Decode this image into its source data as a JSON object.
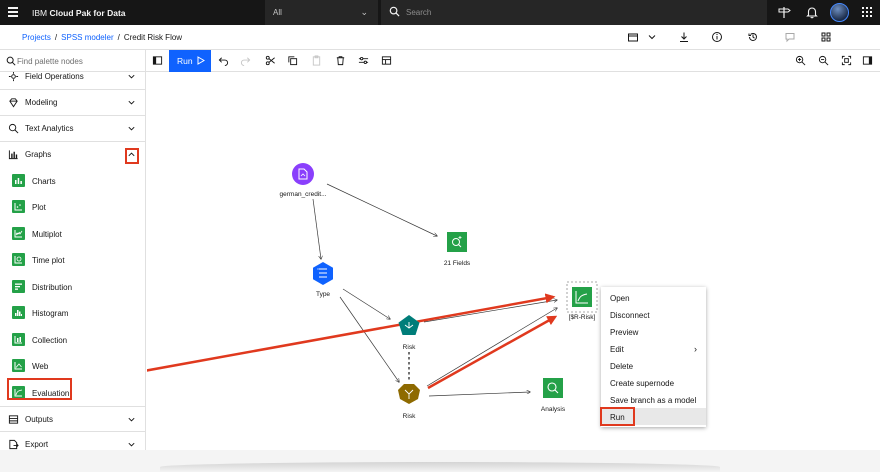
{
  "topbar": {
    "brand_prefix": "IBM ",
    "brand_name": "Cloud Pak for Data",
    "scope_value": "All",
    "search_placeholder": "Search"
  },
  "breadcrumb": {
    "items": [
      "Projects",
      "SPSS modeler"
    ],
    "current": "Credit Risk Flow"
  },
  "toolbar": {
    "palette_search_placeholder": "Find palette nodes",
    "run_label": "Run"
  },
  "sidebar": {
    "categories": {
      "field_operations": "Field Operations",
      "modeling": "Modeling",
      "text_analytics": "Text Analytics",
      "graphs": "Graphs",
      "outputs": "Outputs",
      "export": "Export"
    },
    "graph_nodes": [
      "Charts",
      "Plot",
      "Multiplot",
      "Time plot",
      "Distribution",
      "Histogram",
      "Collection",
      "Web",
      "Evaluation"
    ]
  },
  "canvas": {
    "nodes": {
      "source": "german_credit...",
      "fields": "21 Fields",
      "type": "Type",
      "risk_model": "Risk",
      "risk_nugget": "Risk",
      "evaluation": "[$R-Risk]",
      "analysis": "Analysis"
    }
  },
  "context_menu": {
    "items": [
      "Open",
      "Disconnect",
      "Preview",
      "Edit",
      "Delete",
      "Create supernode",
      "Save branch as a model",
      "Run"
    ]
  },
  "colors": {
    "accent": "#0f62fe",
    "highlight": "#e0391e",
    "node_green": "#24a148",
    "node_blue": "#0f62fe",
    "node_purple": "#8a3ffc",
    "node_teal": "#007d79",
    "node_gold": "#8e6a00"
  }
}
